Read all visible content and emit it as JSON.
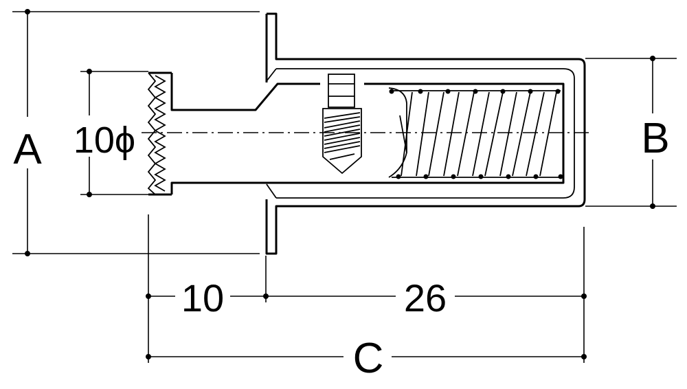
{
  "labels": {
    "a": "A",
    "b": "B",
    "c": "C",
    "diameter": "10ϕ",
    "len_left": "10",
    "len_right": "26"
  }
}
